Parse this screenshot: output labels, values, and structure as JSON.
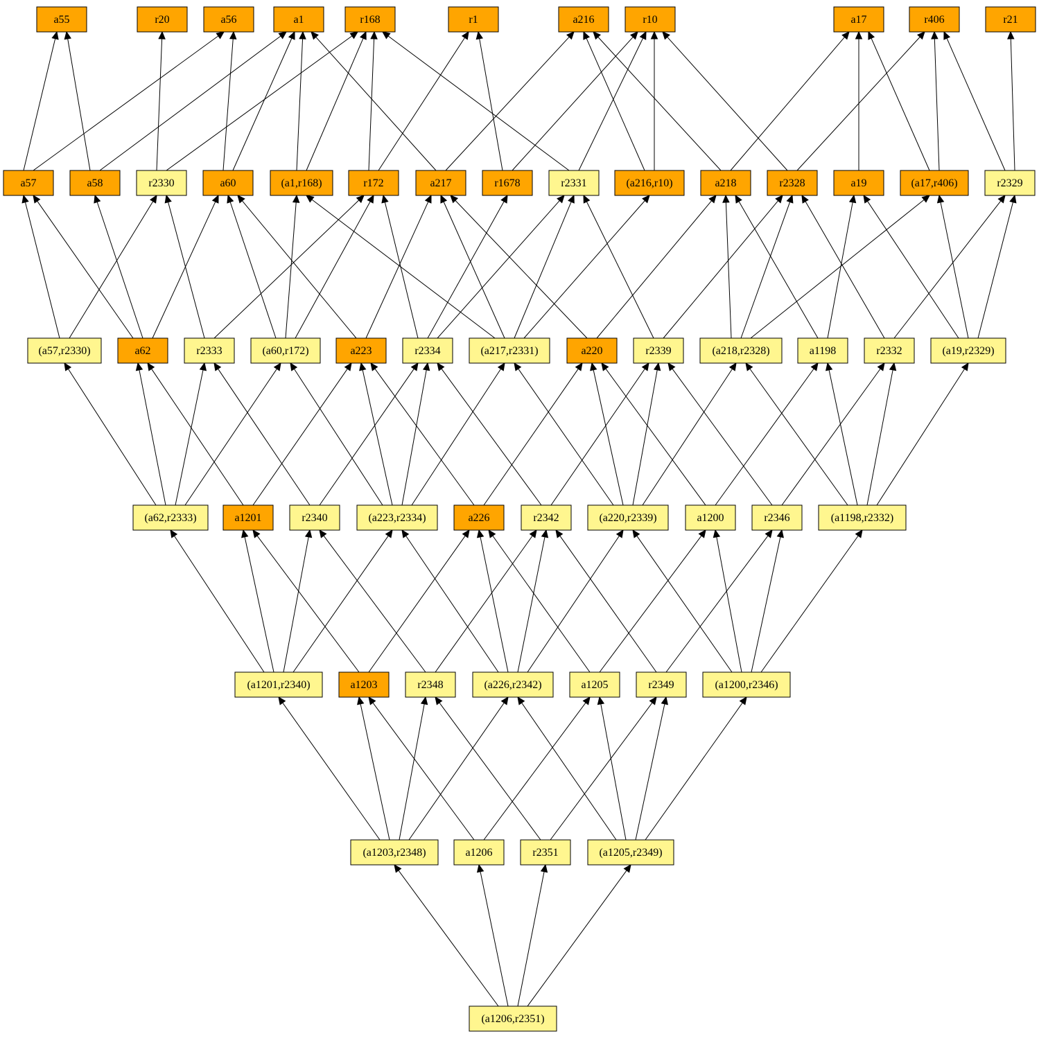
{
  "colors": {
    "orange": "#FFA500",
    "yellow": "#FFF68F",
    "stroke": "#000000",
    "background": "#FFFFFF"
  },
  "nodes": [
    {
      "id": "a55",
      "label": "a55",
      "color": "orange"
    },
    {
      "id": "r20",
      "label": "r20",
      "color": "orange"
    },
    {
      "id": "a56",
      "label": "a56",
      "color": "orange"
    },
    {
      "id": "a1",
      "label": "a1",
      "color": "orange"
    },
    {
      "id": "r168",
      "label": "r168",
      "color": "orange"
    },
    {
      "id": "r1",
      "label": "r1",
      "color": "orange"
    },
    {
      "id": "a216",
      "label": "a216",
      "color": "orange"
    },
    {
      "id": "r10",
      "label": "r10",
      "color": "orange"
    },
    {
      "id": "a17",
      "label": "a17",
      "color": "orange"
    },
    {
      "id": "r406",
      "label": "r406",
      "color": "orange"
    },
    {
      "id": "r21",
      "label": "r21",
      "color": "orange"
    },
    {
      "id": "a57",
      "label": "a57",
      "color": "orange"
    },
    {
      "id": "a58",
      "label": "a58",
      "color": "orange"
    },
    {
      "id": "r2330",
      "label": "r2330",
      "color": "yellow"
    },
    {
      "id": "a60",
      "label": "a60",
      "color": "orange"
    },
    {
      "id": "a1_r168",
      "label": "(a1,r168)",
      "color": "orange"
    },
    {
      "id": "r172",
      "label": "r172",
      "color": "orange"
    },
    {
      "id": "a217",
      "label": "a217",
      "color": "orange"
    },
    {
      "id": "r1678",
      "label": "r1678",
      "color": "orange"
    },
    {
      "id": "r2331",
      "label": "r2331",
      "color": "yellow"
    },
    {
      "id": "a216_r10",
      "label": "(a216,r10)",
      "color": "orange"
    },
    {
      "id": "a218",
      "label": "a218",
      "color": "orange"
    },
    {
      "id": "r2328",
      "label": "r2328",
      "color": "orange"
    },
    {
      "id": "a19",
      "label": "a19",
      "color": "orange"
    },
    {
      "id": "a17_r406",
      "label": "(a17,r406)",
      "color": "orange"
    },
    {
      "id": "r2329",
      "label": "r2329",
      "color": "yellow"
    },
    {
      "id": "a57_r2330",
      "label": "(a57,r2330)",
      "color": "yellow"
    },
    {
      "id": "a62",
      "label": "a62",
      "color": "orange"
    },
    {
      "id": "r2333",
      "label": "r2333",
      "color": "yellow"
    },
    {
      "id": "a60_r172",
      "label": "(a60,r172)",
      "color": "yellow"
    },
    {
      "id": "a223",
      "label": "a223",
      "color": "orange"
    },
    {
      "id": "r2334",
      "label": "r2334",
      "color": "yellow"
    },
    {
      "id": "a217_r2331",
      "label": "(a217,r2331)",
      "color": "yellow"
    },
    {
      "id": "a220",
      "label": "a220",
      "color": "orange"
    },
    {
      "id": "r2339",
      "label": "r2339",
      "color": "yellow"
    },
    {
      "id": "a218_r2328",
      "label": "(a218,r2328)",
      "color": "yellow"
    },
    {
      "id": "a1198",
      "label": "a1198",
      "color": "yellow"
    },
    {
      "id": "r2332",
      "label": "r2332",
      "color": "yellow"
    },
    {
      "id": "a19_r2329",
      "label": "(a19,r2329)",
      "color": "yellow"
    },
    {
      "id": "a62_r2333",
      "label": "(a62,r2333)",
      "color": "yellow"
    },
    {
      "id": "a1201",
      "label": "a1201",
      "color": "orange"
    },
    {
      "id": "r2340",
      "label": "r2340",
      "color": "yellow"
    },
    {
      "id": "a223_r2334",
      "label": "(a223,r2334)",
      "color": "yellow"
    },
    {
      "id": "a226",
      "label": "a226",
      "color": "orange"
    },
    {
      "id": "r2342",
      "label": "r2342",
      "color": "yellow"
    },
    {
      "id": "a220_r2339",
      "label": "(a220,r2339)",
      "color": "yellow"
    },
    {
      "id": "a1200",
      "label": "a1200",
      "color": "yellow"
    },
    {
      "id": "r2346",
      "label": "r2346",
      "color": "yellow"
    },
    {
      "id": "a1198_r2332",
      "label": "(a1198,r2332)",
      "color": "yellow"
    },
    {
      "id": "a1201_r2340",
      "label": "(a1201,r2340)",
      "color": "yellow"
    },
    {
      "id": "a1203",
      "label": "a1203",
      "color": "orange"
    },
    {
      "id": "r2348",
      "label": "r2348",
      "color": "yellow"
    },
    {
      "id": "a226_r2342",
      "label": "(a226,r2342)",
      "color": "yellow"
    },
    {
      "id": "a1205",
      "label": "a1205",
      "color": "yellow"
    },
    {
      "id": "r2349",
      "label": "r2349",
      "color": "yellow"
    },
    {
      "id": "a1200_r2346",
      "label": "(a1200,r2346)",
      "color": "yellow"
    },
    {
      "id": "a1203_r2348",
      "label": "(a1203,r2348)",
      "color": "yellow"
    },
    {
      "id": "a1206",
      "label": "a1206",
      "color": "yellow"
    },
    {
      "id": "r2351",
      "label": "r2351",
      "color": "yellow"
    },
    {
      "id": "a1205_r2349",
      "label": "(a1205,r2349)",
      "color": "yellow"
    },
    {
      "id": "a1206_r2351",
      "label": "(a1206,r2351)",
      "color": "yellow"
    }
  ],
  "edges": [
    [
      "a57",
      "a55"
    ],
    [
      "a58",
      "a55"
    ],
    [
      "a57",
      "a56"
    ],
    [
      "r2330",
      "r20"
    ],
    [
      "a60",
      "a56"
    ],
    [
      "a58",
      "a1"
    ],
    [
      "a60",
      "a1"
    ],
    [
      "a1_r168",
      "a1"
    ],
    [
      "a217",
      "a1"
    ],
    [
      "r2330",
      "r168"
    ],
    [
      "a1_r168",
      "r168"
    ],
    [
      "r172",
      "r168"
    ],
    [
      "r2331",
      "r168"
    ],
    [
      "r172",
      "r1"
    ],
    [
      "r1678",
      "r1"
    ],
    [
      "a217",
      "a216"
    ],
    [
      "a216_r10",
      "a216"
    ],
    [
      "a218",
      "a216"
    ],
    [
      "r1678",
      "r10"
    ],
    [
      "r2331",
      "r10"
    ],
    [
      "a216_r10",
      "r10"
    ],
    [
      "r2328",
      "r10"
    ],
    [
      "a218",
      "a17"
    ],
    [
      "a19",
      "a17"
    ],
    [
      "a17_r406",
      "a17"
    ],
    [
      "r2328",
      "r406"
    ],
    [
      "a17_r406",
      "r406"
    ],
    [
      "r2329",
      "r406"
    ],
    [
      "r2329",
      "r21"
    ],
    [
      "a57_r2330",
      "a57"
    ],
    [
      "a62",
      "a57"
    ],
    [
      "a62",
      "a58"
    ],
    [
      "a57_r2330",
      "r2330"
    ],
    [
      "r2333",
      "r2330"
    ],
    [
      "a62",
      "a60"
    ],
    [
      "a60_r172",
      "a60"
    ],
    [
      "a223",
      "a60"
    ],
    [
      "a60_r172",
      "a1_r168"
    ],
    [
      "a217_r2331",
      "a1_r168"
    ],
    [
      "r2333",
      "r172"
    ],
    [
      "a60_r172",
      "r172"
    ],
    [
      "r2334",
      "r172"
    ],
    [
      "a223",
      "a217"
    ],
    [
      "a217_r2331",
      "a217"
    ],
    [
      "a220",
      "a217"
    ],
    [
      "r2334",
      "r1678"
    ],
    [
      "r2334",
      "r2331"
    ],
    [
      "a217_r2331",
      "r2331"
    ],
    [
      "r2339",
      "r2331"
    ],
    [
      "a217_r2331",
      "a216_r10"
    ],
    [
      "a220",
      "a218"
    ],
    [
      "a218_r2328",
      "a218"
    ],
    [
      "a1198",
      "a218"
    ],
    [
      "r2339",
      "r2328"
    ],
    [
      "a218_r2328",
      "r2328"
    ],
    [
      "r2332",
      "r2328"
    ],
    [
      "a1198",
      "a19"
    ],
    [
      "a19_r2329",
      "a19"
    ],
    [
      "a218_r2328",
      "a17_r406"
    ],
    [
      "a19_r2329",
      "a17_r406"
    ],
    [
      "r2332",
      "r2329"
    ],
    [
      "a19_r2329",
      "r2329"
    ],
    [
      "a62_r2333",
      "a57_r2330"
    ],
    [
      "a62_r2333",
      "a62"
    ],
    [
      "a1201",
      "a62"
    ],
    [
      "a62_r2333",
      "r2333"
    ],
    [
      "r2340",
      "r2333"
    ],
    [
      "a62_r2333",
      "a60_r172"
    ],
    [
      "a223_r2334",
      "a60_r172"
    ],
    [
      "a1201",
      "a223"
    ],
    [
      "a223_r2334",
      "a223"
    ],
    [
      "a226",
      "a223"
    ],
    [
      "r2340",
      "r2334"
    ],
    [
      "a223_r2334",
      "r2334"
    ],
    [
      "r2342",
      "r2334"
    ],
    [
      "a223_r2334",
      "a217_r2331"
    ],
    [
      "a220_r2339",
      "a217_r2331"
    ],
    [
      "a226",
      "a220"
    ],
    [
      "a220_r2339",
      "a220"
    ],
    [
      "a1200",
      "a220"
    ],
    [
      "r2342",
      "r2339"
    ],
    [
      "a220_r2339",
      "r2339"
    ],
    [
      "r2346",
      "r2339"
    ],
    [
      "a220_r2339",
      "a218_r2328"
    ],
    [
      "a1198_r2332",
      "a218_r2328"
    ],
    [
      "a1200",
      "a1198"
    ],
    [
      "a1198_r2332",
      "a1198"
    ],
    [
      "r2346",
      "r2332"
    ],
    [
      "a1198_r2332",
      "r2332"
    ],
    [
      "a1198_r2332",
      "a19_r2329"
    ],
    [
      "a1201_r2340",
      "a62_r2333"
    ],
    [
      "a1201_r2340",
      "a1201"
    ],
    [
      "a1203",
      "a1201"
    ],
    [
      "a1201_r2340",
      "r2340"
    ],
    [
      "r2348",
      "r2340"
    ],
    [
      "a1201_r2340",
      "a223_r2334"
    ],
    [
      "a226_r2342",
      "a223_r2334"
    ],
    [
      "a1203",
      "a226"
    ],
    [
      "a226_r2342",
      "a226"
    ],
    [
      "a1205",
      "a226"
    ],
    [
      "r2348",
      "r2342"
    ],
    [
      "a226_r2342",
      "r2342"
    ],
    [
      "r2349",
      "r2342"
    ],
    [
      "a226_r2342",
      "a220_r2339"
    ],
    [
      "a1200_r2346",
      "a220_r2339"
    ],
    [
      "a1205",
      "a1200"
    ],
    [
      "a1200_r2346",
      "a1200"
    ],
    [
      "r2349",
      "r2346"
    ],
    [
      "a1200_r2346",
      "r2346"
    ],
    [
      "a1200_r2346",
      "a1198_r2332"
    ],
    [
      "a1203_r2348",
      "a1201_r2340"
    ],
    [
      "a1203_r2348",
      "a1203"
    ],
    [
      "a1206",
      "a1203"
    ],
    [
      "a1203_r2348",
      "r2348"
    ],
    [
      "r2351",
      "r2348"
    ],
    [
      "a1203_r2348",
      "a226_r2342"
    ],
    [
      "a1205_r2349",
      "a226_r2342"
    ],
    [
      "a1206",
      "a1205"
    ],
    [
      "a1205_r2349",
      "a1205"
    ],
    [
      "r2351",
      "r2349"
    ],
    [
      "a1205_r2349",
      "r2349"
    ],
    [
      "a1205_r2349",
      "a1200_r2346"
    ],
    [
      "a1206_r2351",
      "a1203_r2348"
    ],
    [
      "a1206_r2351",
      "a1206"
    ],
    [
      "a1206_r2351",
      "r2351"
    ],
    [
      "a1206_r2351",
      "a1205_r2349"
    ]
  ]
}
